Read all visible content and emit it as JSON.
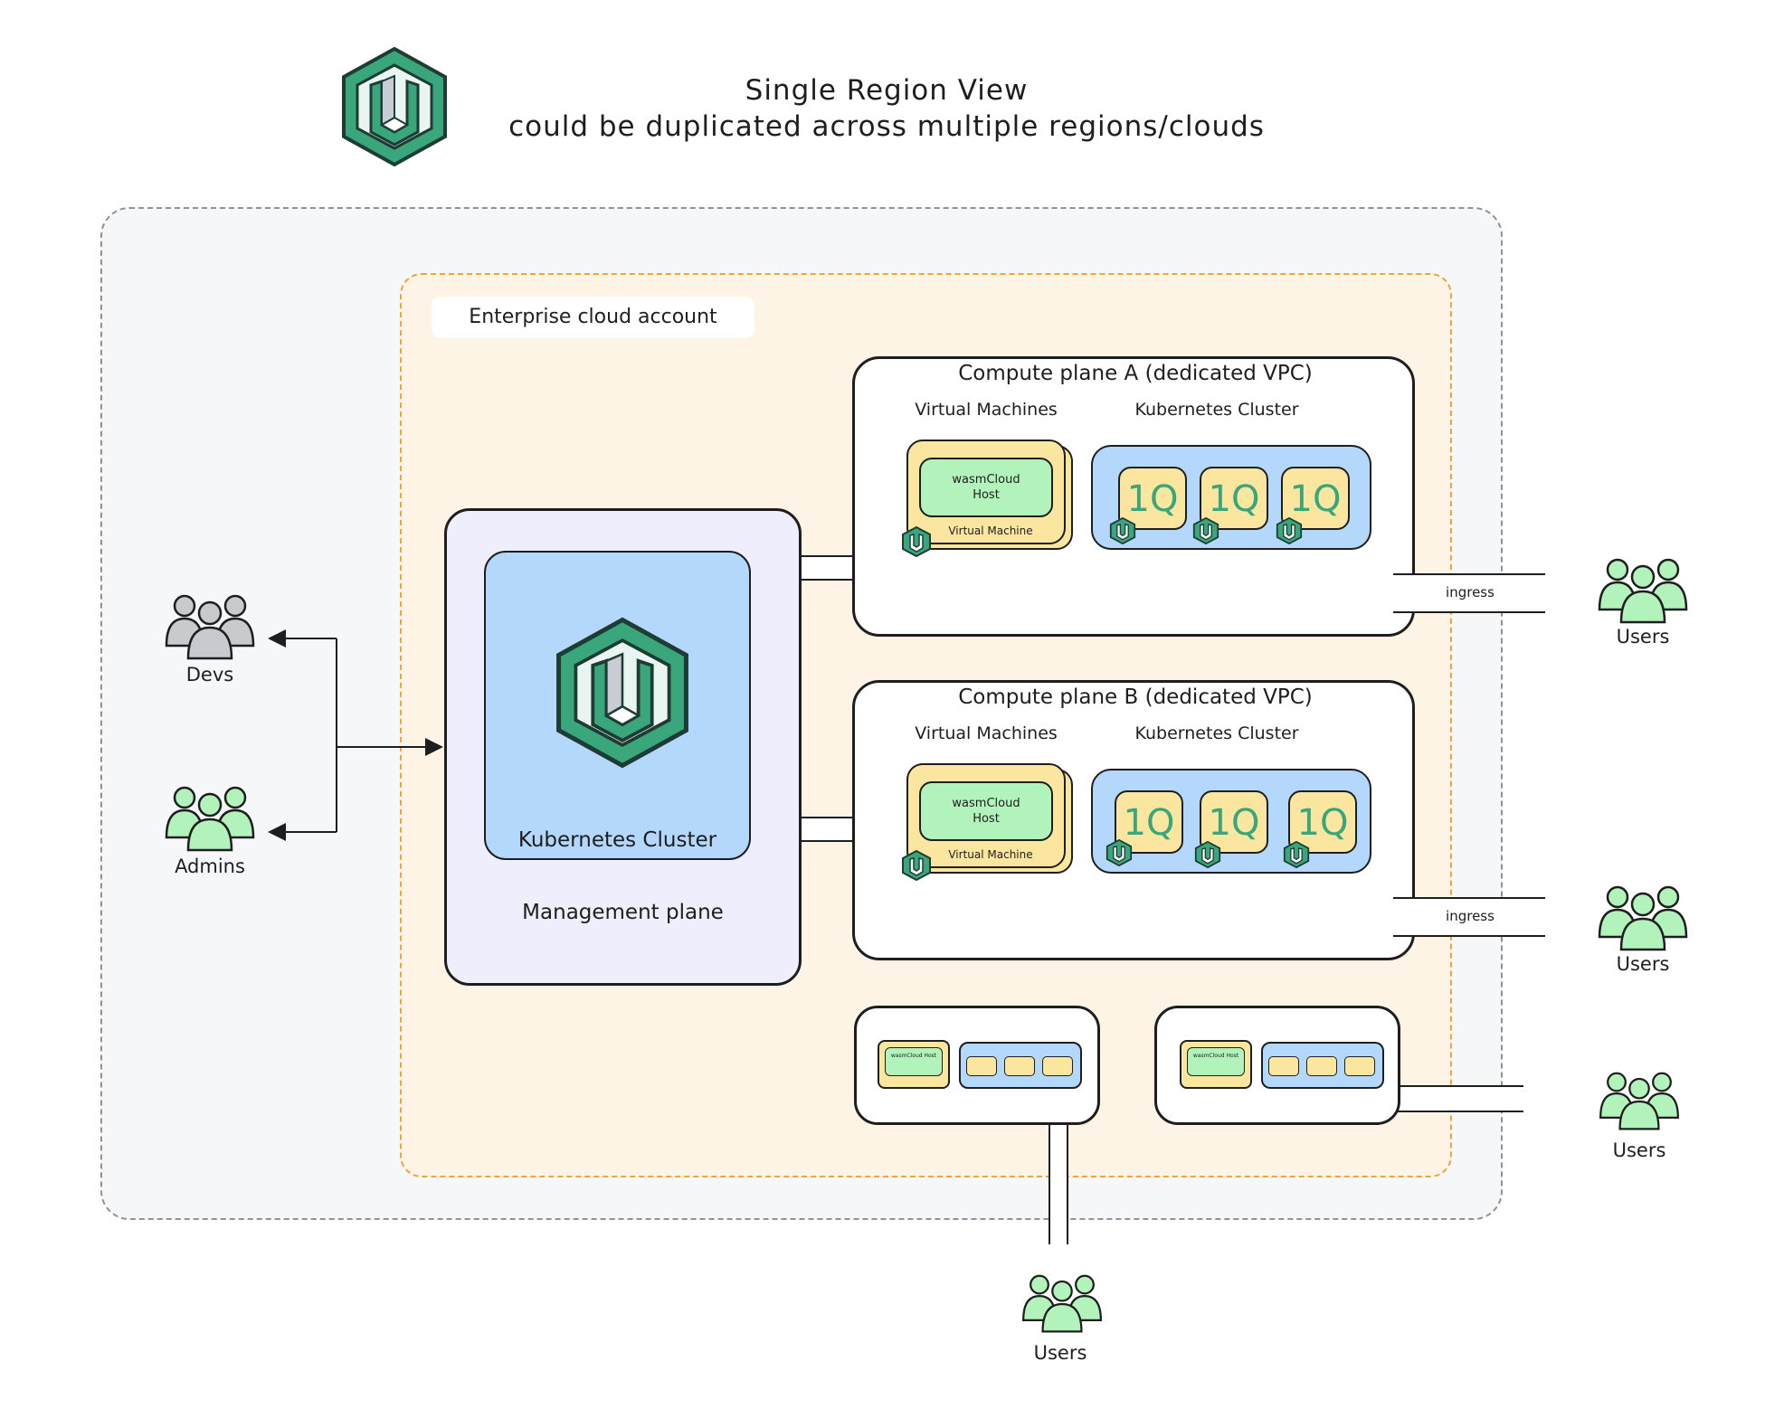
{
  "title": {
    "line1": "Single Region View",
    "line2": "could be duplicated across multiple regions/clouds"
  },
  "account_label": "Enterprise cloud account",
  "management": {
    "cluster_label": "Kubernetes Cluster",
    "plane_label": "Management plane"
  },
  "compute_planes": [
    {
      "title": "Compute plane A (dedicated VPC)",
      "vm_section": "Virtual Machines",
      "k8s_section": "Kubernetes Cluster",
      "host_label_1": "wasmCloud",
      "host_label_2": "Host",
      "vm_label": "Virtual Machine",
      "pods": [
        "1Q",
        "1Q",
        "1Q"
      ],
      "ingress": "ingress"
    },
    {
      "title": "Compute plane B (dedicated VPC)",
      "vm_section": "Virtual Machines",
      "k8s_section": "Kubernetes Cluster",
      "host_label_1": "wasmCloud",
      "host_label_2": "Host",
      "vm_label": "Virtual Machine",
      "pods": [
        "1Q",
        "1Q",
        "1Q"
      ],
      "ingress": "ingress"
    }
  ],
  "mini_planes": [
    {
      "host_label": "wasmCloud Host"
    },
    {
      "host_label": "wasmCloud Host"
    }
  ],
  "people": {
    "devs": "Devs",
    "admins": "Admins",
    "users_a": "Users",
    "users_b": "Users",
    "users_c": "Users",
    "users_d": "Users"
  },
  "colors": {
    "brand_green": "#3aa67c",
    "brand_dark": "#1e3b34",
    "user_green": "#b2f2bb",
    "dev_gray": "#c9cacd",
    "k8s_blue": "#b4d8fb",
    "vm_yellow": "#fbe6a0",
    "account_bg": "#fdf4e6",
    "account_border": "#f0a43a",
    "mgmt_bg": "#efeefc"
  },
  "icons": [
    "wasmcloud-logo-icon",
    "people-icon",
    "arrow-icon"
  ]
}
